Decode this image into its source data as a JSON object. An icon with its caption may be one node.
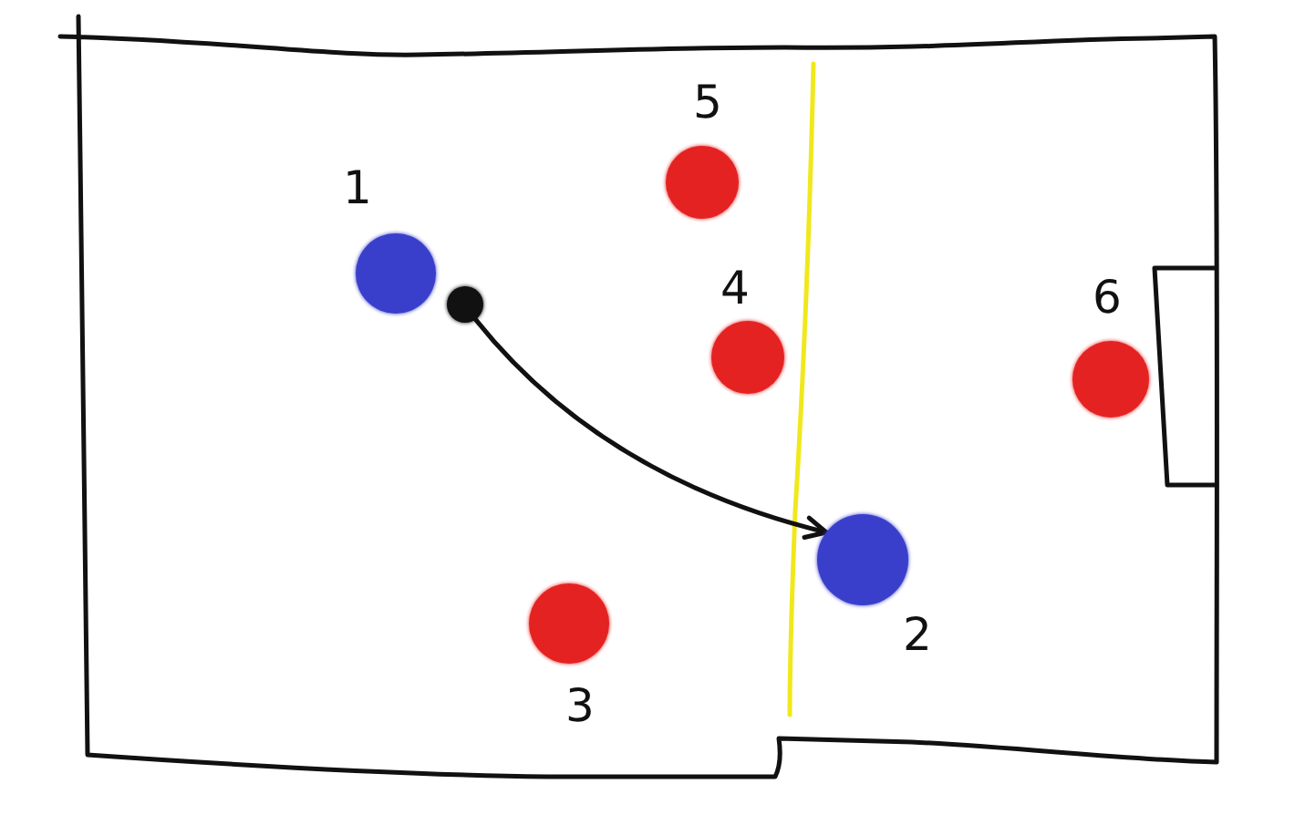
{
  "diagram": {
    "nodes": [
      {
        "text": [],
        "shape": "circle",
        "beside": [
          "5"
        ]
      },
      {
        "text": [],
        "shape": "circle",
        "beside": [
          "1"
        ]
      },
      {
        "text": [],
        "shape": "circle"
      },
      {
        "text": [],
        "shape": "circle",
        "beside": [
          "4"
        ]
      },
      {
        "text": [],
        "shape": "circle",
        "beside": [
          "6"
        ]
      },
      {
        "text": [],
        "shape": "circle",
        "beside": [
          "2"
        ]
      },
      {
        "text": [],
        "shape": "circle",
        "beside": [
          "3"
        ]
      }
    ],
    "edges": [
      {
        "from": 2,
        "to": 5,
        "arrow": "to"
      }
    ]
  }
}
